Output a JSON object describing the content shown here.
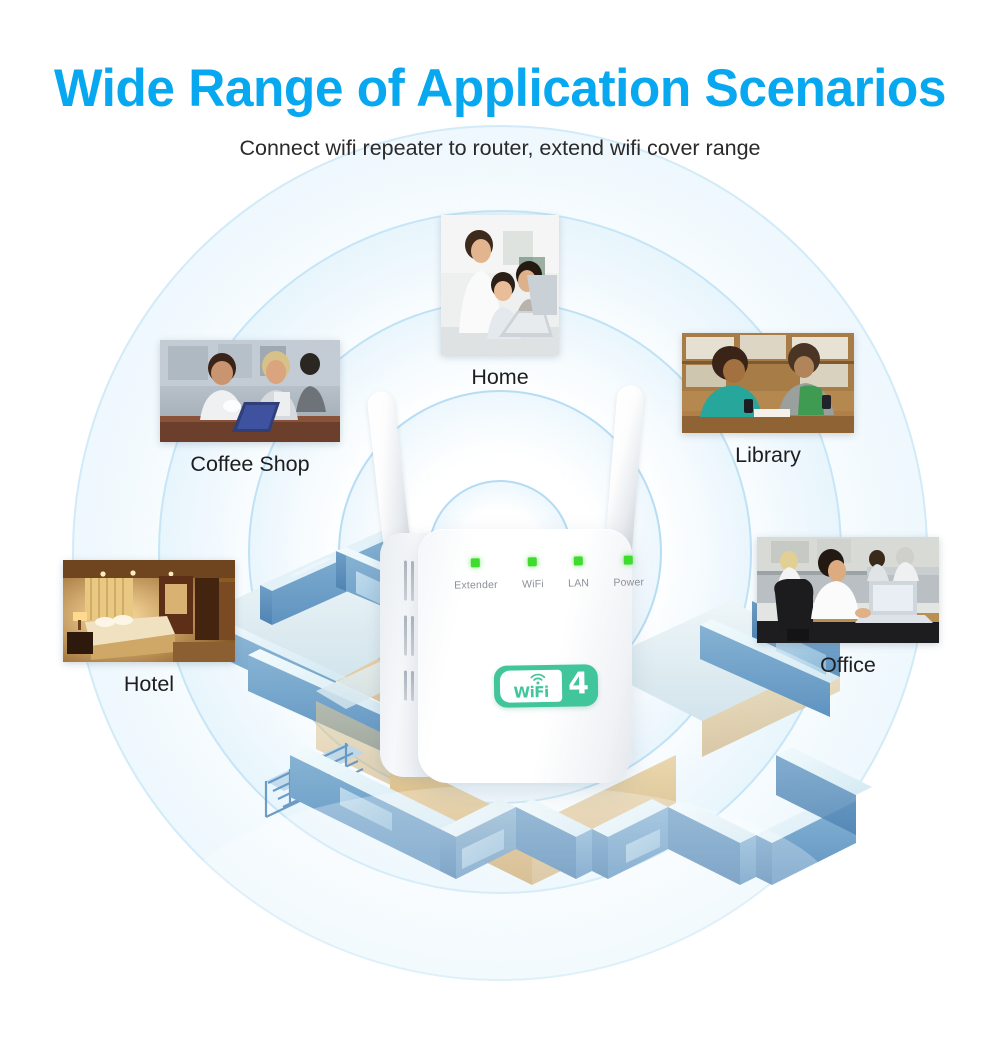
{
  "header": {
    "title": "Wide Range of Application Scenarios",
    "subtitle": "Connect wifi repeater to router, extend wifi cover range",
    "title_color": "#07a8ef",
    "subtitle_color": "#2a2a2a"
  },
  "scenarios": [
    {
      "id": "coffee-shop",
      "label": "Coffee Shop",
      "photo_alt": "Two women looking at a tablet in a cafe"
    },
    {
      "id": "home",
      "label": "Home",
      "photo_alt": "Family with child using a laptop at home"
    },
    {
      "id": "library",
      "label": "Library",
      "photo_alt": "Two students with phones at a library desk"
    },
    {
      "id": "hotel",
      "label": "Hotel",
      "photo_alt": "Warmly lit hotel bedroom with double bed"
    },
    {
      "id": "office",
      "label": "Office",
      "photo_alt": "Man working at a laptop in an office cubicle"
    }
  ],
  "device": {
    "name": "wifi-repeater",
    "leds": [
      {
        "label": "Extender",
        "color": "#3fdc2f"
      },
      {
        "label": "WiFi",
        "color": "#3fdc2f"
      },
      {
        "label": "LAN",
        "color": "#3fdc2f"
      },
      {
        "label": "Power",
        "color": "#3fdc2f"
      }
    ],
    "badge": {
      "word": "WiFi",
      "number": "4",
      "green": "#41c59b",
      "text_on_green": "#ffffff"
    },
    "antennas": 2,
    "shell_color": "#ffffff"
  },
  "background": {
    "scene": "3D isometric cutaway floor plan of a house",
    "wall_color": "#6f9fc7",
    "wall_top_color": "#dff0f6",
    "floor_color": "#d5b municipality"
  },
  "signal": {
    "rings": 5,
    "ring_color": "#a0d2f0"
  }
}
